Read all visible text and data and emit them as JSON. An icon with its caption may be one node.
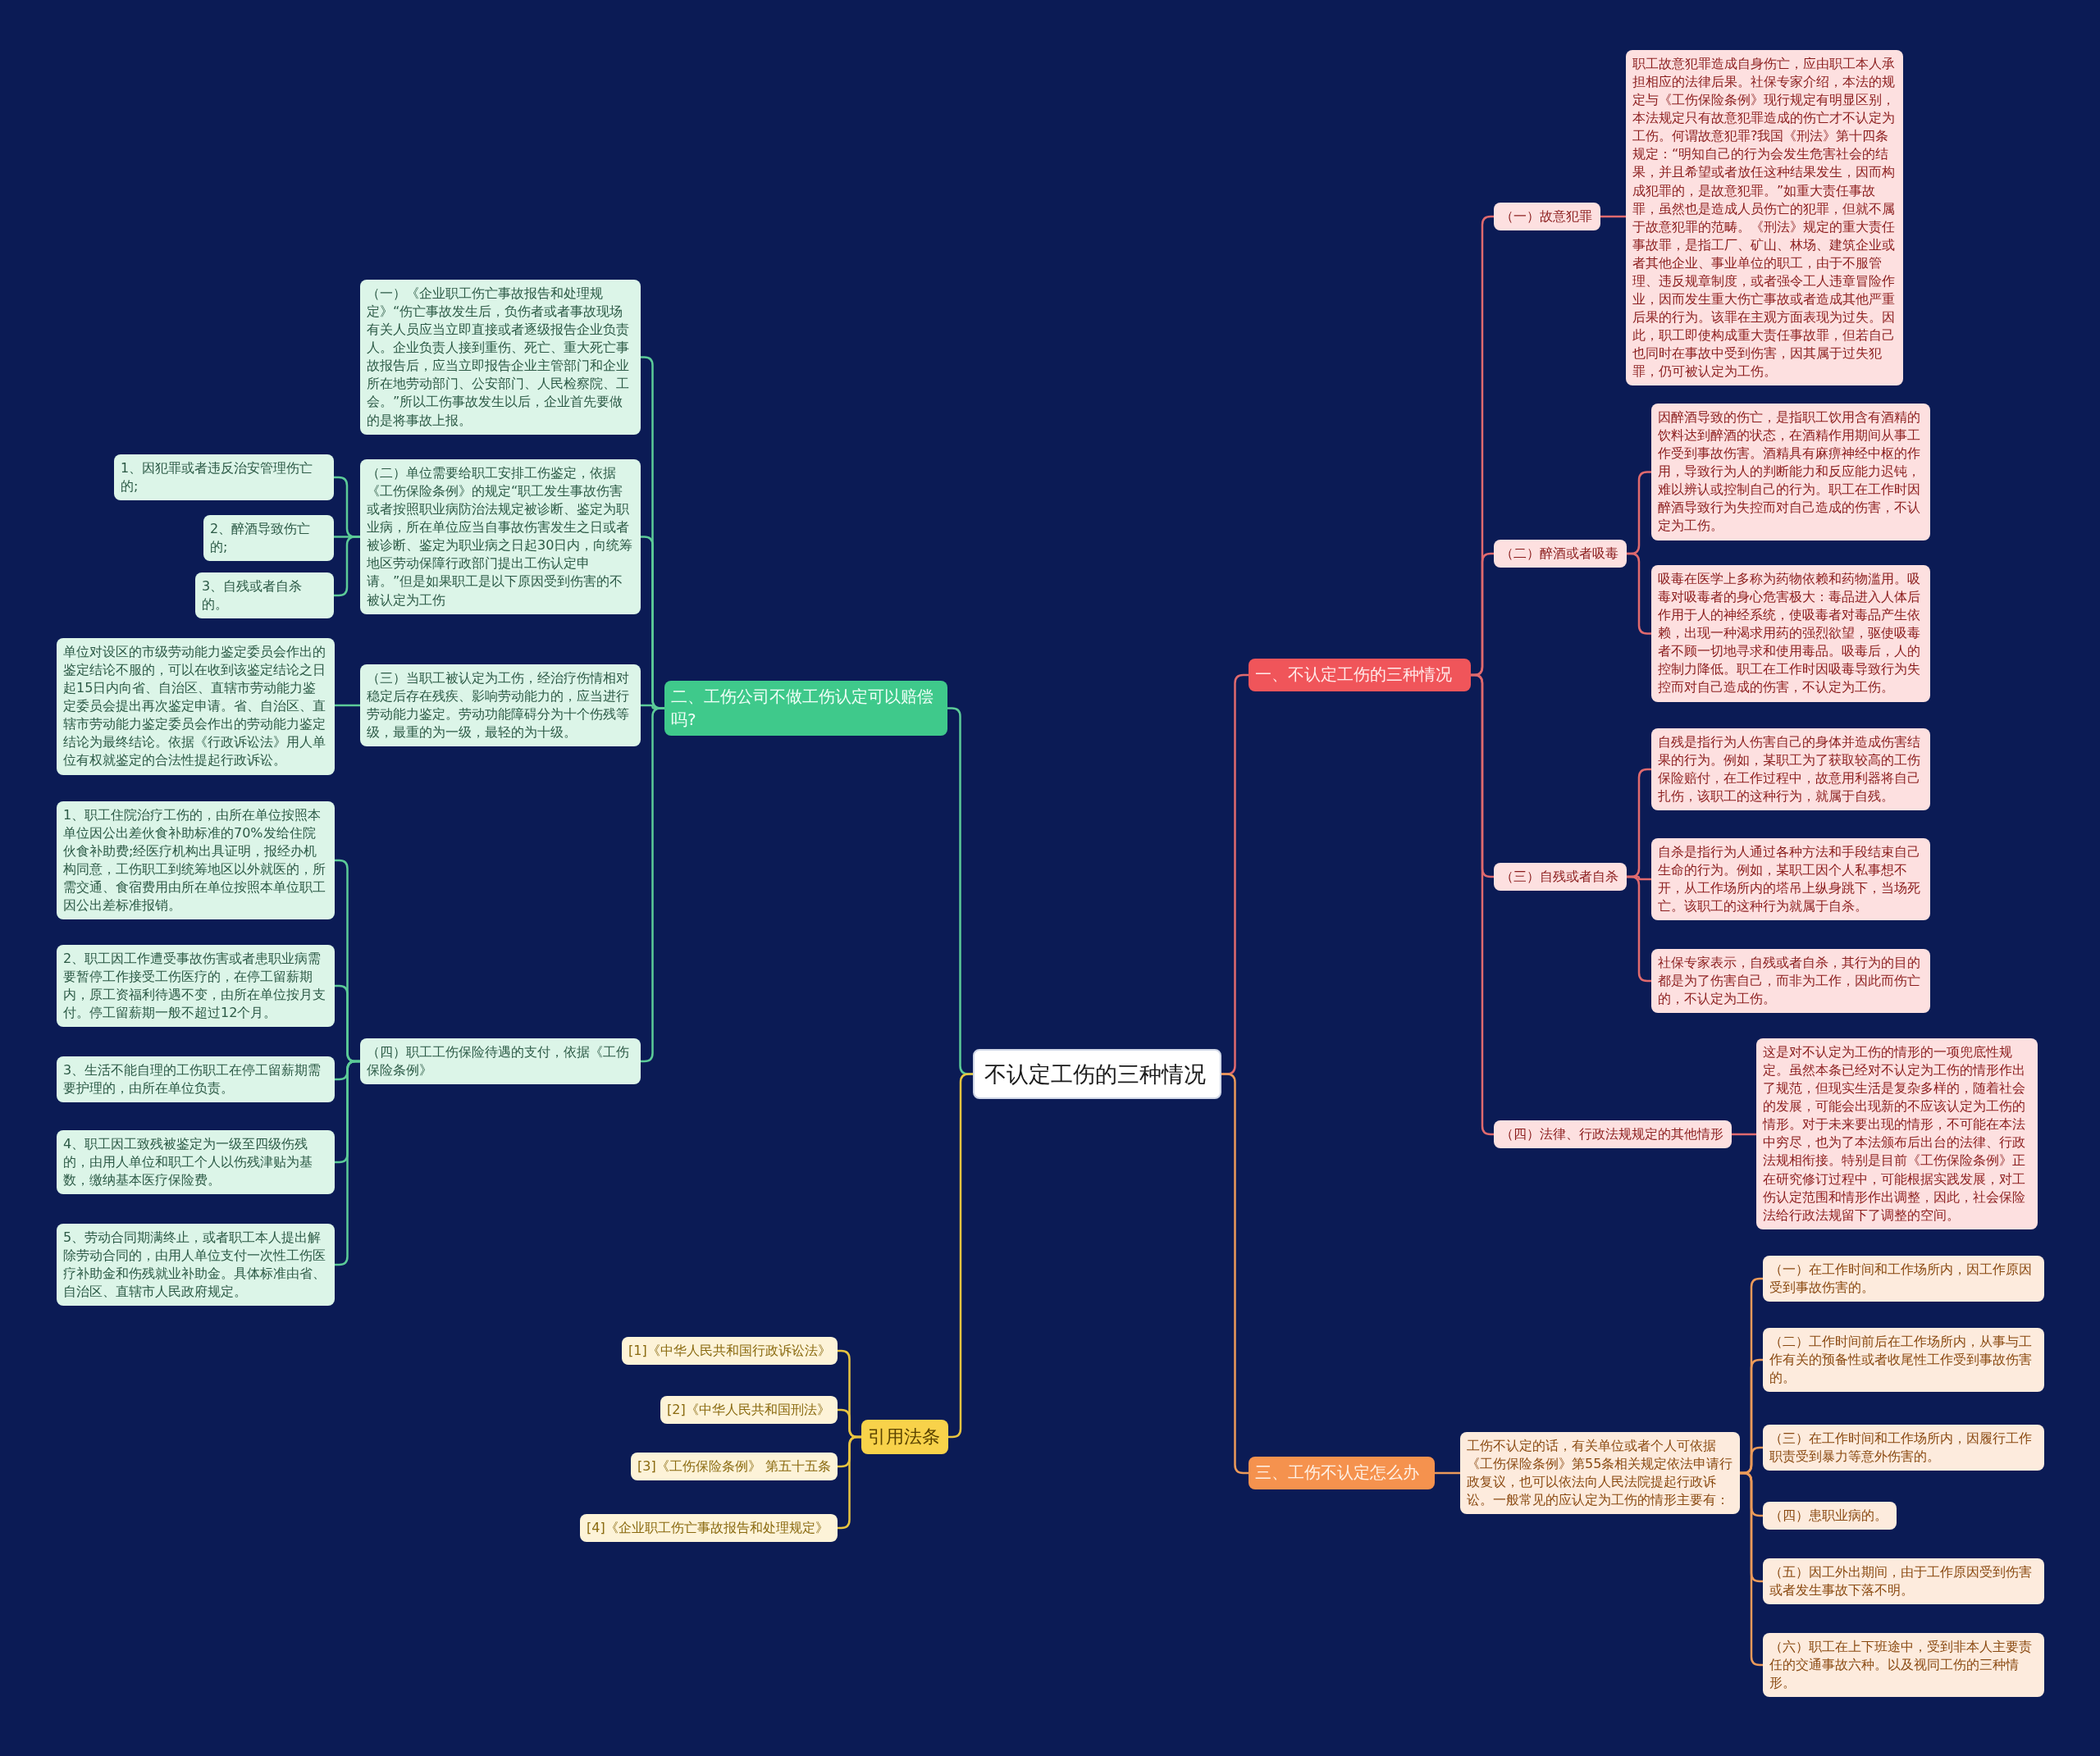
{
  "diagram": {
    "nodes": [
      {
        "text": [
          "不认定工伤的三种情况"
        ]
      },
      {
        "text": [
          "一、不认定工伤的三种情况"
        ]
      },
      {
        "text": [
          "（一）故意犯罪"
        ]
      },
      {
        "text": [
          "职工故意犯罪造成自身伤亡，应由职工本人承担相应的法律后果。社保专家介绍，本法的规定与《工伤保险条例》现行规定有明显区别，本法规定只有故意犯罪造成的伤亡才不认定为工伤。何谓故意犯罪?我国《刑法》第十四条规定：“明知自己的行为会发生危害社会的结果，并且希望或者放任这种结果发生，因而构成犯罪的，是故意犯罪。”如重大责任事故罪，虽然也是造成人员伤亡的犯罪，但就不属于故意犯罪的范畴。《刑法》规定的重大责任事故罪，是指工厂、矿山、林场、建筑企业或者其他企业、事业单位的职工，由于不服管理、违反规章制度，或者强令工人违章冒险作业，因而发生重大伤亡事故或者造成其他严重后果的行为。该罪在主观方面表现为过失。因此，职工即使构成重大责任事故罪，但若自己也同时在事故中受到伤害，因其属于过失犯罪，仍可被认定为工伤。"
        ]
      },
      {
        "text": [
          "（二）醉酒或者吸毒"
        ]
      },
      {
        "text": [
          "因醉酒导致的伤亡，是指职工饮用含有酒精的饮料达到醉酒的状态，在酒精作用期间从事工作受到事故伤害。酒精具有麻痹神经中枢的作用，导致行为人的判断能力和反应能力迟钝，难以辨认或控制自己的行为。职工在工作时因醉酒导致行为失控而对自己造成的伤害，不认定为工伤。"
        ]
      },
      {
        "text": [
          "吸毒在医学上多称为药物依赖和药物滥用。吸毒对吸毒者的身心危害极大：毒品进入人体后作用于人的神经系统，使吸毒者对毒品产生依赖，出现一种渴求用药的强烈欲望，驱使吸毒者不顾一切地寻求和使用毒品。吸毒后，人的控制力降低。职工在工作时因吸毒导致行为失控而对自己造成的伤害，不认定为工伤。"
        ]
      },
      {
        "text": [
          "（三）自残或者自杀"
        ]
      },
      {
        "text": [
          "自残是指行为人伤害自己的身体并造成伤害结果的行为。例如，某职工为了获取较高的工伤保险赔付，在工作过程中，故意用利器将自己扎伤，该职工的这种行为，就属于自残。"
        ]
      },
      {
        "text": [
          "自杀是指行为人通过各种方法和手段结束自己生命的行为。例如，某职工因个人私事想不开，从工作场所内的塔吊上纵身跳下，当场死亡。该职工的这种行为就属于自杀。"
        ]
      },
      {
        "text": [
          "社保专家表示，自残或者自杀，其行为的目的都是为了伤害自己，而非为工作，因此而伤亡的，不认定为工伤。"
        ]
      },
      {
        "text": [
          "（四）法律、行政法规规定的其他情形"
        ]
      },
      {
        "text": [
          "这是对不认定为工伤的情形的一项兜底性规定。虽然本条已经对不认定为工伤的情形作出了规范，但现实生活是复杂多样的，随着社会的发展，可能会出现新的不应该认定为工伤的情形。对于未来要出现的情形，不可能在本法中穷尽，也为了本法颁布后出台的法律、行政法规相衔接。特别是目前《工伤保险条例》正在研究修订过程中，可能根据实践发展，对工伤认定范围和情形作出调整，因此，社会保险法给行政法规留下了调整的空间。"
        ]
      },
      {
        "text": [
          "三、工伤不认定怎么办"
        ]
      },
      {
        "text": [
          "工伤不认定的话，有关单位或者个人可依据《工伤保险条例》第55条相关规定依法申请行政复议，也可以依法向人民法院提起行政诉讼。一般常见的应认定为工伤的情形主要有："
        ]
      },
      {
        "text": [
          "（一）在工作时间和工作场所内，因工作原因受到事故伤害的。"
        ]
      },
      {
        "text": [
          "（二）工作时间前后在工作场所内，从事与工作有关的预备性或者收尾性工作受到事故伤害的。"
        ]
      },
      {
        "text": [
          "（三）在工作时间和工作场所内，因履行工作职责受到暴力等意外伤害的。"
        ]
      },
      {
        "text": [
          "（四）患职业病的。"
        ]
      },
      {
        "text": [
          "（五）因工外出期间，由于工作原因受到伤害或者发生事故下落不明。"
        ]
      },
      {
        "text": [
          "（六）职工在上下班途中，受到非本人主要责任的交通事故六种。以及视同工伤的三种情形。"
        ]
      },
      {
        "text": [
          "二、工伤公司不做工伤认定可以赔偿吗?"
        ]
      },
      {
        "text": [
          "（一）《企业职工伤亡事故报告和处理规定》“伤亡事故发生后，负伤者或者事故现场有关人员应当立即直接或者逐级报告企业负责人。企业负责人接到重伤、死亡、重大死亡事故报告后，应当立即报告企业主管部门和企业所在地劳动部门、公安部门、人民检察院、工会。”所以工伤事故发生以后，企业首先要做的是将事故上报。"
        ]
      },
      {
        "text": [
          "（二）单位需要给职工安排工伤鉴定，依据《工伤保险条例》的规定“职工发生事故伤害或者按照职业病防治法规定被诊断、鉴定为职业病，所在单位应当自事故伤害发生之日或者被诊断、鉴定为职业病之日起30日内，向统筹地区劳动保障行政部门提出工伤认定申请。”但是如果职工是以下原因受到伤害的不被认定为工伤"
        ]
      },
      {
        "text": [
          "1、因犯罪或者违反治安管理伤亡的;"
        ]
      },
      {
        "text": [
          "2、醉酒导致伤亡的;"
        ]
      },
      {
        "text": [
          "3、自残或者自杀的。"
        ]
      },
      {
        "text": [
          "（三）当职工被认定为工伤，经治疗伤情相对稳定后存在残疾、影响劳动能力的，应当进行劳动能力鉴定。劳动功能障碍分为十个伤残等级，最重的为一级，最轻的为十级。"
        ]
      },
      {
        "text": [
          "单位对设区的市级劳动能力鉴定委员会作出的鉴定结论不服的，可以在收到该鉴定结论之日起15日内向省、自治区、直辖市劳动能力鉴定委员会提出再次鉴定申请。省、自治区、直辖市劳动能力鉴定委员会作出的劳动能力鉴定结论为最终结论。依据《行政诉讼法》用人单位有权就鉴定的合法性提起行政诉讼。"
        ]
      },
      {
        "text": [
          "（四）职工工伤保险待遇的支付，依据《工伤保险条例》"
        ]
      },
      {
        "text": [
          "1、职工住院治疗工伤的，由所在单位按照本单位因公出差伙食补助标准的70%发给住院伙食补助费;经医疗机构出具证明，报经办机构同意，工伤职工到统筹地区以外就医的，所需交通、食宿费用由所在单位按照本单位职工因公出差标准报销。"
        ]
      },
      {
        "text": [
          "2、职工因工作遭受事故伤害或者患职业病需要暂停工作接受工伤医疗的，在停工留薪期内，原工资福利待遇不变，由所在单位按月支付。停工留薪期一般不超过12个月。"
        ]
      },
      {
        "text": [
          "3、生活不能自理的工伤职工在停工留薪期需要护理的，由所在单位负责。"
        ]
      },
      {
        "text": [
          "4、职工因工致残被鉴定为一级至四级伤残的，由用人单位和职工个人以伤残津贴为基数，缴纳基本医疗保险费。"
        ]
      },
      {
        "text": [
          "5、劳动合同期满终止，或者职工本人提出解除劳动合同的，由用人单位支付一次性工伤医疗补助金和伤残就业补助金。具体标准由省、自治区、直辖市人民政府规定。"
        ]
      },
      {
        "text": [
          "引用法条"
        ]
      },
      {
        "text": [
          "[1]《中华人民共和国行政诉讼法》"
        ]
      },
      {
        "text": [
          "[2]《中华人民共和国刑法》"
        ]
      },
      {
        "text": [
          "[3]《工伤保险条例》 第五十五条"
        ]
      },
      {
        "text": [
          "[4]《企业职工伤亡事故报告和处理规定》"
        ]
      }
    ],
    "edges": [
      {
        "from": 0,
        "to": 1,
        "arrow": "none",
        "color": "#e06a6e"
      },
      {
        "from": 1,
        "to": 2,
        "arrow": "none",
        "color": "#e06a6e"
      },
      {
        "from": 2,
        "to": 3,
        "arrow": "none",
        "color": "#e06a6e"
      },
      {
        "from": 1,
        "to": 4,
        "arrow": "none",
        "color": "#e06a6e"
      },
      {
        "from": 4,
        "to": 5,
        "arrow": "none",
        "color": "#e06a6e"
      },
      {
        "from": 4,
        "to": 6,
        "arrow": "none",
        "color": "#e06a6e"
      },
      {
        "from": 1,
        "to": 7,
        "arrow": "none",
        "color": "#e06a6e"
      },
      {
        "from": 7,
        "to": 8,
        "arrow": "none",
        "color": "#e06a6e"
      },
      {
        "from": 7,
        "to": 9,
        "arrow": "none",
        "color": "#e06a6e"
      },
      {
        "from": 7,
        "to": 10,
        "arrow": "none",
        "color": "#e06a6e"
      },
      {
        "from": 1,
        "to": 11,
        "arrow": "none",
        "color": "#e06a6e"
      },
      {
        "from": 11,
        "to": 12,
        "arrow": "none",
        "color": "#e06a6e"
      },
      {
        "from": 0,
        "to": 13,
        "arrow": "none",
        "color": "#eb9a5a"
      },
      {
        "from": 13,
        "to": 14,
        "arrow": "none",
        "color": "#eb9a5a"
      },
      {
        "from": 14,
        "to": 15,
        "arrow": "none",
        "color": "#eb9a5a"
      },
      {
        "from": 14,
        "to": 16,
        "arrow": "none",
        "color": "#eb9a5a"
      },
      {
        "from": 14,
        "to": 17,
        "arrow": "none",
        "color": "#eb9a5a"
      },
      {
        "from": 14,
        "to": 18,
        "arrow": "none",
        "color": "#eb9a5a"
      },
      {
        "from": 14,
        "to": 19,
        "arrow": "none",
        "color": "#eb9a5a"
      },
      {
        "from": 14,
        "to": 20,
        "arrow": "none",
        "color": "#eb9a5a"
      },
      {
        "from": 0,
        "to": 21,
        "arrow": "none"
      },
      {
        "from": 21,
        "to": 22,
        "arrow": "none"
      },
      {
        "from": 21,
        "to": 23,
        "arrow": "none"
      },
      {
        "from": 23,
        "to": 24,
        "arrow": "none"
      },
      {
        "from": 23,
        "to": 25,
        "arrow": "none"
      },
      {
        "from": 23,
        "to": 26,
        "arrow": "none"
      },
      {
        "from": 21,
        "to": 27,
        "arrow": "none"
      },
      {
        "from": 27,
        "to": 28,
        "arrow": "none"
      },
      {
        "from": 21,
        "to": 29,
        "arrow": "none"
      },
      {
        "from": 29,
        "to": 30,
        "arrow": "none"
      },
      {
        "from": 29,
        "to": 31,
        "arrow": "none"
      },
      {
        "from": 29,
        "to": 32,
        "arrow": "none"
      },
      {
        "from": 29,
        "to": 33,
        "arrow": "none"
      },
      {
        "from": 29,
        "to": 34,
        "arrow": "none"
      },
      {
        "from": 0,
        "to": 35,
        "arrow": "none",
        "color": "#e8c440"
      },
      {
        "from": 35,
        "to": 36,
        "arrow": "none",
        "color": "#e8c440"
      },
      {
        "from": 35,
        "to": 37,
        "arrow": "none",
        "color": "#e8c440"
      },
      {
        "from": 35,
        "to": 38,
        "arrow": "none",
        "color": "#e8c440"
      },
      {
        "from": 35,
        "to": 39,
        "arrow": "none",
        "color": "#e8c440"
      }
    ]
  }
}
